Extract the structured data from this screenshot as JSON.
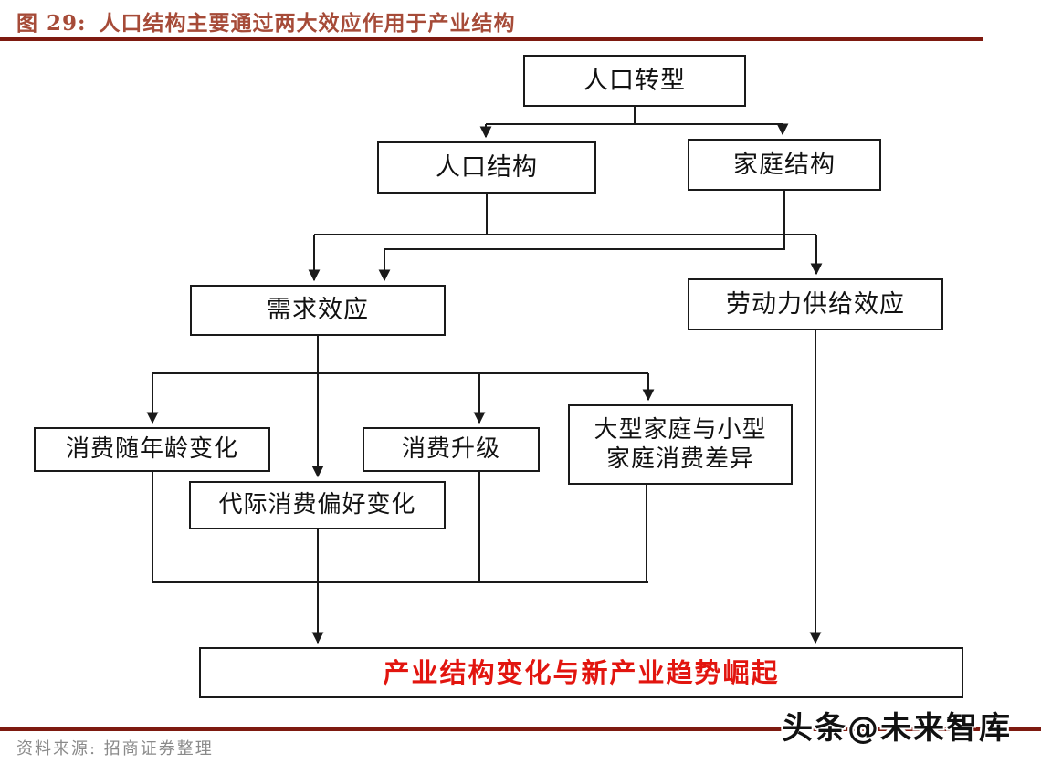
{
  "header": {
    "figure_label": "图 29:",
    "figure_title": "人口结构主要通过两大效应作用于产业结构"
  },
  "diagram": {
    "nodes": {
      "population_transition": {
        "label": "人口转型"
      },
      "population_structure": {
        "label": "人口结构"
      },
      "family_structure": {
        "label": "家庭结构"
      },
      "demand_effect": {
        "label": "需求效应"
      },
      "labor_supply_effect": {
        "label": "劳动力供给效应"
      },
      "consumption_age": {
        "label": "消费随年龄变化"
      },
      "consumption_upgrade": {
        "label": "消费升级"
      },
      "family_size_diff": {
        "line1": "大型家庭与小型",
        "line2": "家庭消费差异"
      },
      "generational_preference": {
        "label": "代际消费偏好变化"
      },
      "outcome": {
        "label": "产业结构变化与新产业趋势崛起"
      }
    },
    "edges": [
      {
        "from": "population_transition",
        "to": "population_structure"
      },
      {
        "from": "population_transition",
        "to": "family_structure"
      },
      {
        "from": "population_structure",
        "to": "demand_effect"
      },
      {
        "from": "population_structure",
        "to": "labor_supply_effect"
      },
      {
        "from": "family_structure",
        "to": "demand_effect"
      },
      {
        "from": "demand_effect",
        "to": "consumption_age"
      },
      {
        "from": "demand_effect",
        "to": "consumption_upgrade"
      },
      {
        "from": "demand_effect",
        "to": "family_size_diff"
      },
      {
        "from": "demand_effect",
        "to": "generational_preference"
      },
      {
        "from": "consumption_age",
        "to": "outcome"
      },
      {
        "from": "consumption_upgrade",
        "to": "outcome"
      },
      {
        "from": "family_size_diff",
        "to": "outcome"
      },
      {
        "from": "generational_preference",
        "to": "outcome"
      },
      {
        "from": "labor_supply_effect",
        "to": "outcome"
      }
    ],
    "colors": {
      "box_border": "#1a1a1a",
      "line": "#1a1a1a",
      "outcome_text": "#e2150f"
    }
  },
  "footer": {
    "source": "资料来源: 招商证券整理"
  },
  "watermark": {
    "text": "头条@未来智库"
  },
  "colors": {
    "title": "#a64b38",
    "rule": "#7e1a10",
    "source_text": "#8a8a8a",
    "background": "#ffffff"
  }
}
